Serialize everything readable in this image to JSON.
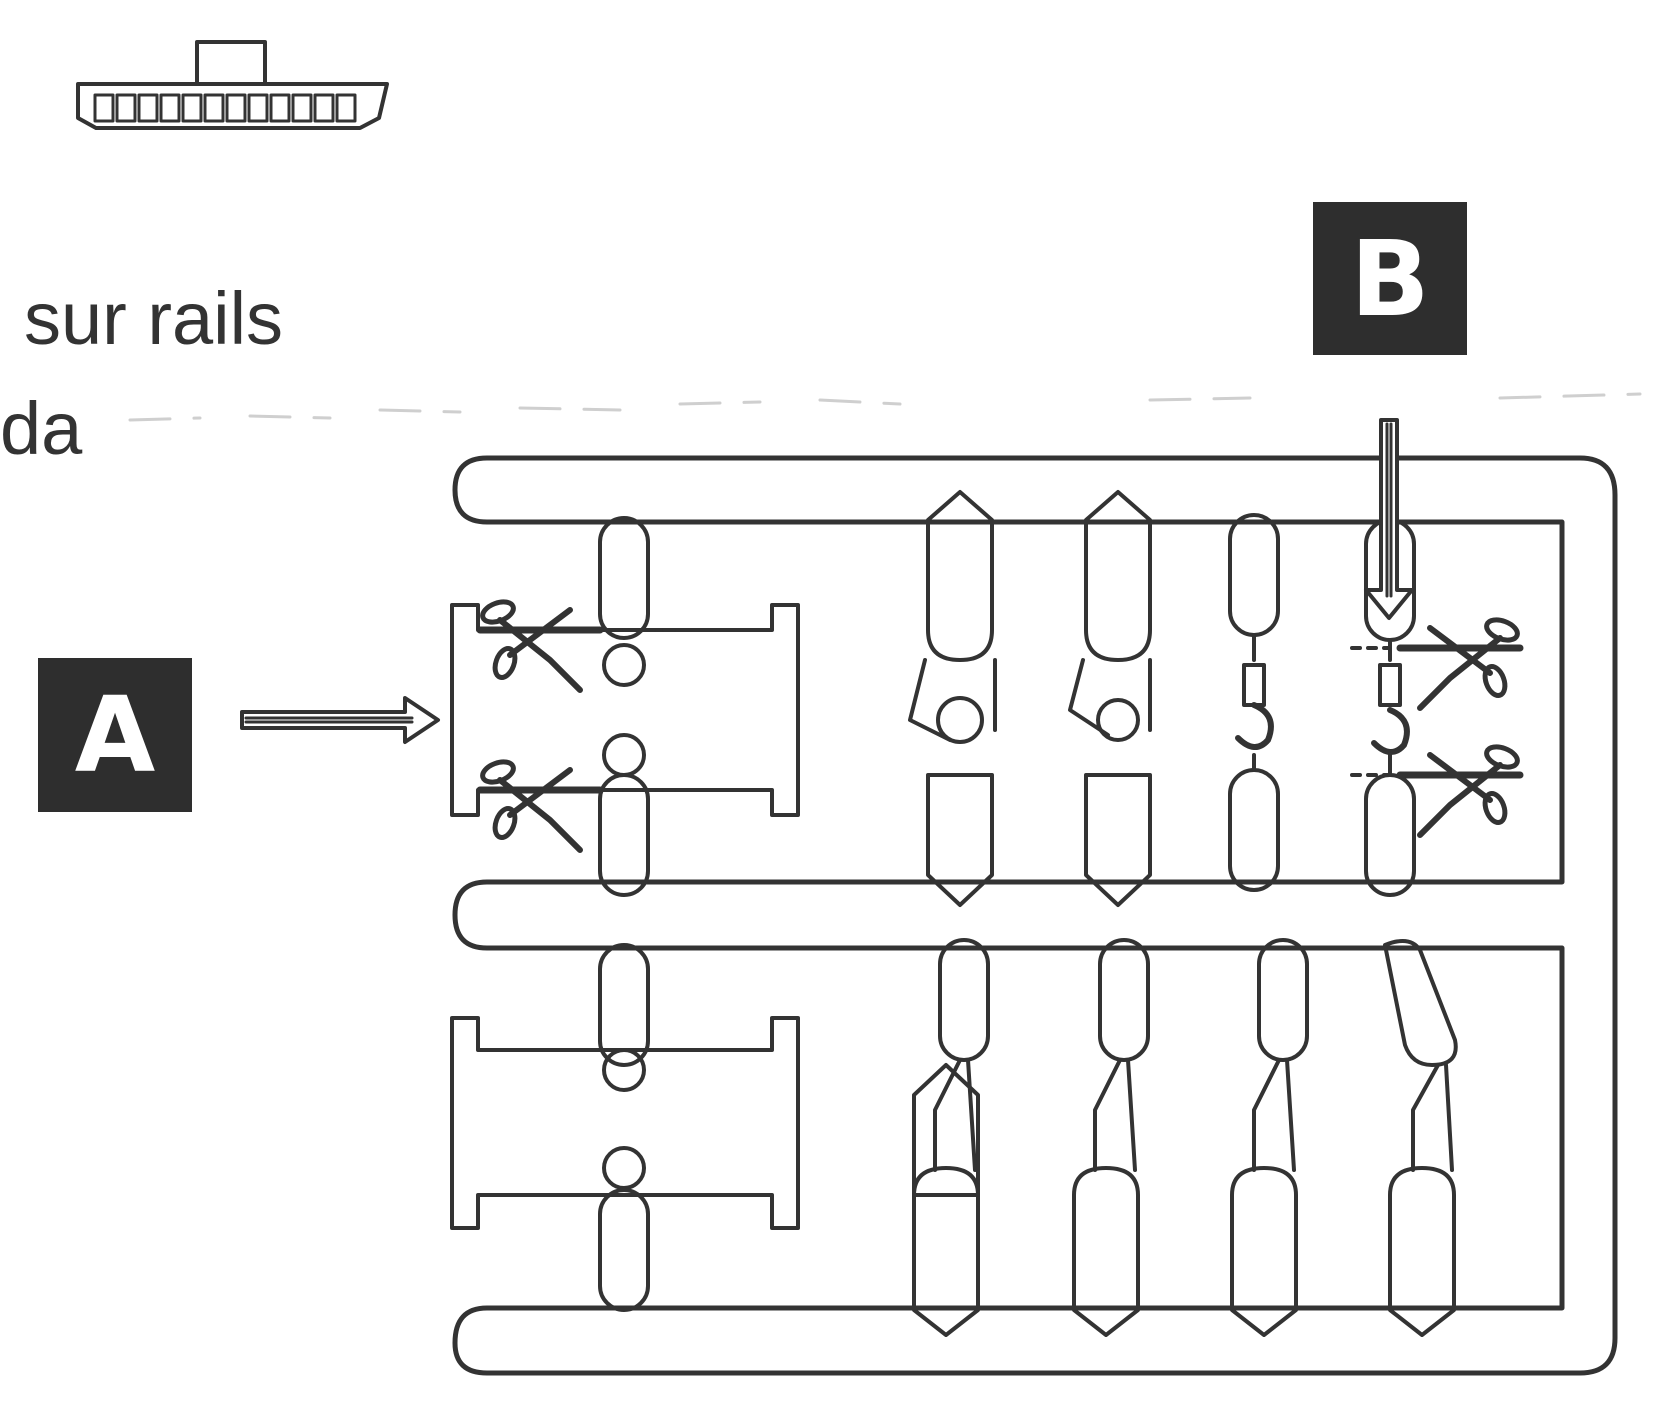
{
  "text_lines": [
    "sur rails",
    "da"
  ],
  "labels": {
    "a": "A",
    "b": "B"
  },
  "colors": {
    "ink": "#333333",
    "badge_fill": "#2e2e2e",
    "badge_text": "#ffffff",
    "background": "#ffffff"
  },
  "icons": [
    "ship-side-icon",
    "scissors-icon",
    "arrow-right-icon",
    "arrow-down-icon",
    "hook-icon"
  ]
}
